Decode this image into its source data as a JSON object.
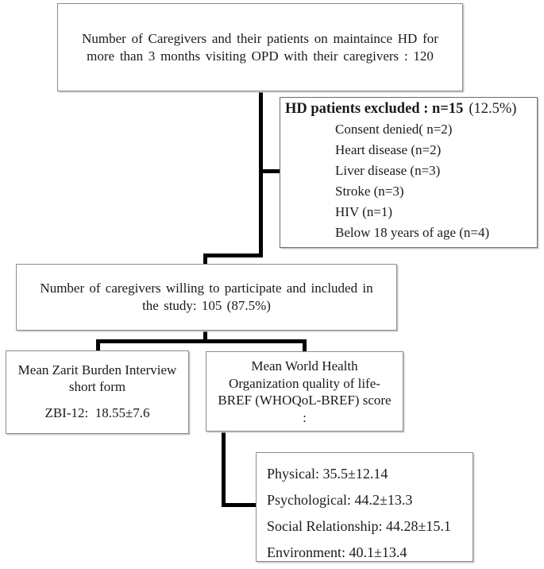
{
  "flow": {
    "top": {
      "lines": [
        "Number of Caregivers and their patients on maintaince HD for",
        "more than 3 months visiting OPD with their caregivers : 120"
      ]
    },
    "excluded": {
      "title_bold": "HD patients excluded : n=15",
      "title_note": "(12.5%)",
      "items": [
        "Consent denied( n=2)",
        "Heart disease (n=2)",
        "Liver disease (n=3)",
        "Stroke (n=3)",
        "HIV (n=1)",
        "Below 18 years of age (n=4)"
      ]
    },
    "included": {
      "lines": [
        "Number of caregivers willing to participate and included in",
        "the study: 105 (87.5%)"
      ]
    },
    "zbi": {
      "lines": [
        "Mean Zarit Burden Interview",
        "short form"
      ],
      "score": "ZBI-12:  18.55±7.6"
    },
    "whoqol": {
      "lines": [
        "Mean World Health",
        "Organization quality of life-",
        "BREF (WHOQoL-BREF) score",
        ":"
      ]
    },
    "domains": {
      "items": [
        "Physical: 35.5±12.14",
        "Psychological: 44.2±13.3",
        "Social Relationship: 44.28±15.1",
        "Environment: 40.1±13.4"
      ]
    }
  },
  "colors": {
    "background": "#ffffff",
    "box_border": "#8c8c8c",
    "connector": "#000000",
    "text": "#1a1a1a"
  }
}
